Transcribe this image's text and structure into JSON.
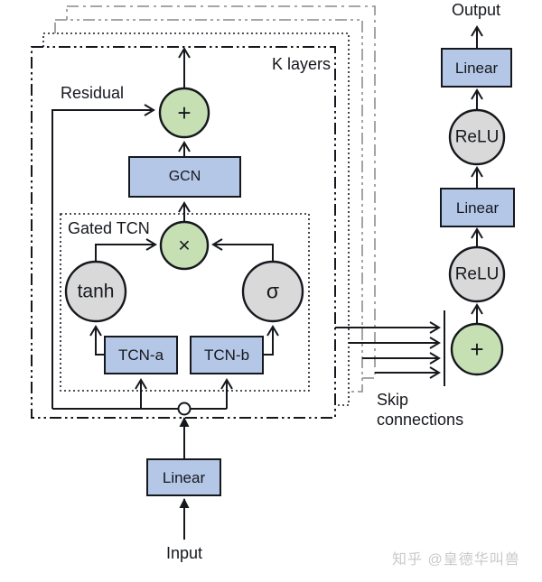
{
  "colors": {
    "node_blue": "#b4c7e7",
    "node_green": "#c6e0b4",
    "node_gray": "#d9d9d9",
    "echo_gray": "#9a9a9a",
    "line": "#15181d",
    "watermark": "#c9c9c9"
  },
  "layer_block": {
    "k_layers_label": "K layers",
    "residual_label": "Residual",
    "sum_node": "+",
    "gcn_node": "GCN",
    "gated_tcn": {
      "label": "Gated TCN",
      "product_node": "×",
      "tanh_node": "tanh",
      "sigma_node": "σ",
      "tcn_a_node": "TCN-a",
      "tcn_b_node": "TCN-b"
    }
  },
  "input_path": {
    "linear_node": "Linear",
    "input_label": "Input"
  },
  "output_path": {
    "output_label": "Output",
    "linear_top_node": "Linear",
    "relu_top_node": "ReLU",
    "linear_mid_node": "Linear",
    "relu_bottom_node": "ReLU",
    "sum_node": "+",
    "skip_label": "Skip connections"
  },
  "watermark": "知乎 @皇德华叫兽"
}
